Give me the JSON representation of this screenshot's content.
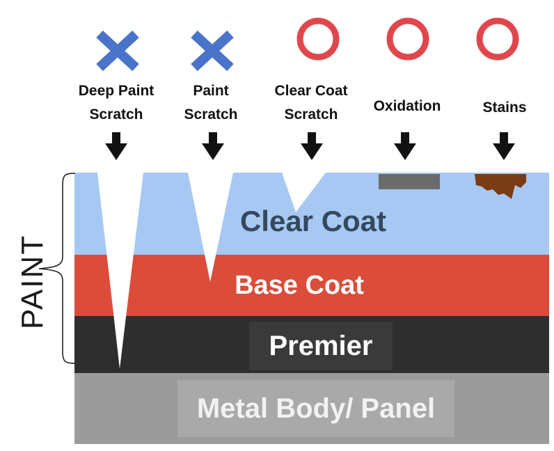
{
  "damage_types": [
    {
      "label": "Deep Paint\nScratch",
      "marker": "x-icon",
      "marker_color": "#4a74c9"
    },
    {
      "label": "Paint\nScratch",
      "marker": "x-icon",
      "marker_color": "#4a74c9"
    },
    {
      "label": "Clear Coat\nScratch",
      "marker": "circle-icon",
      "marker_color": "#e0474c"
    },
    {
      "label": "Oxidation",
      "marker": "circle-icon",
      "marker_color": "#e0474c"
    },
    {
      "label": "Stains",
      "marker": "circle-icon",
      "marker_color": "#e0474c"
    }
  ],
  "layers": {
    "clear_coat": {
      "label": "Clear Coat",
      "color": "#a7c8f2"
    },
    "base_coat": {
      "label": "Base Coat",
      "color": "#db4c3b"
    },
    "primer": {
      "label": "Premier",
      "color": "#2e2e2e"
    },
    "metal": {
      "label": "Metal Body/ Panel",
      "color": "#9b9b9b"
    }
  },
  "paint_bracket_label": "PAINT"
}
